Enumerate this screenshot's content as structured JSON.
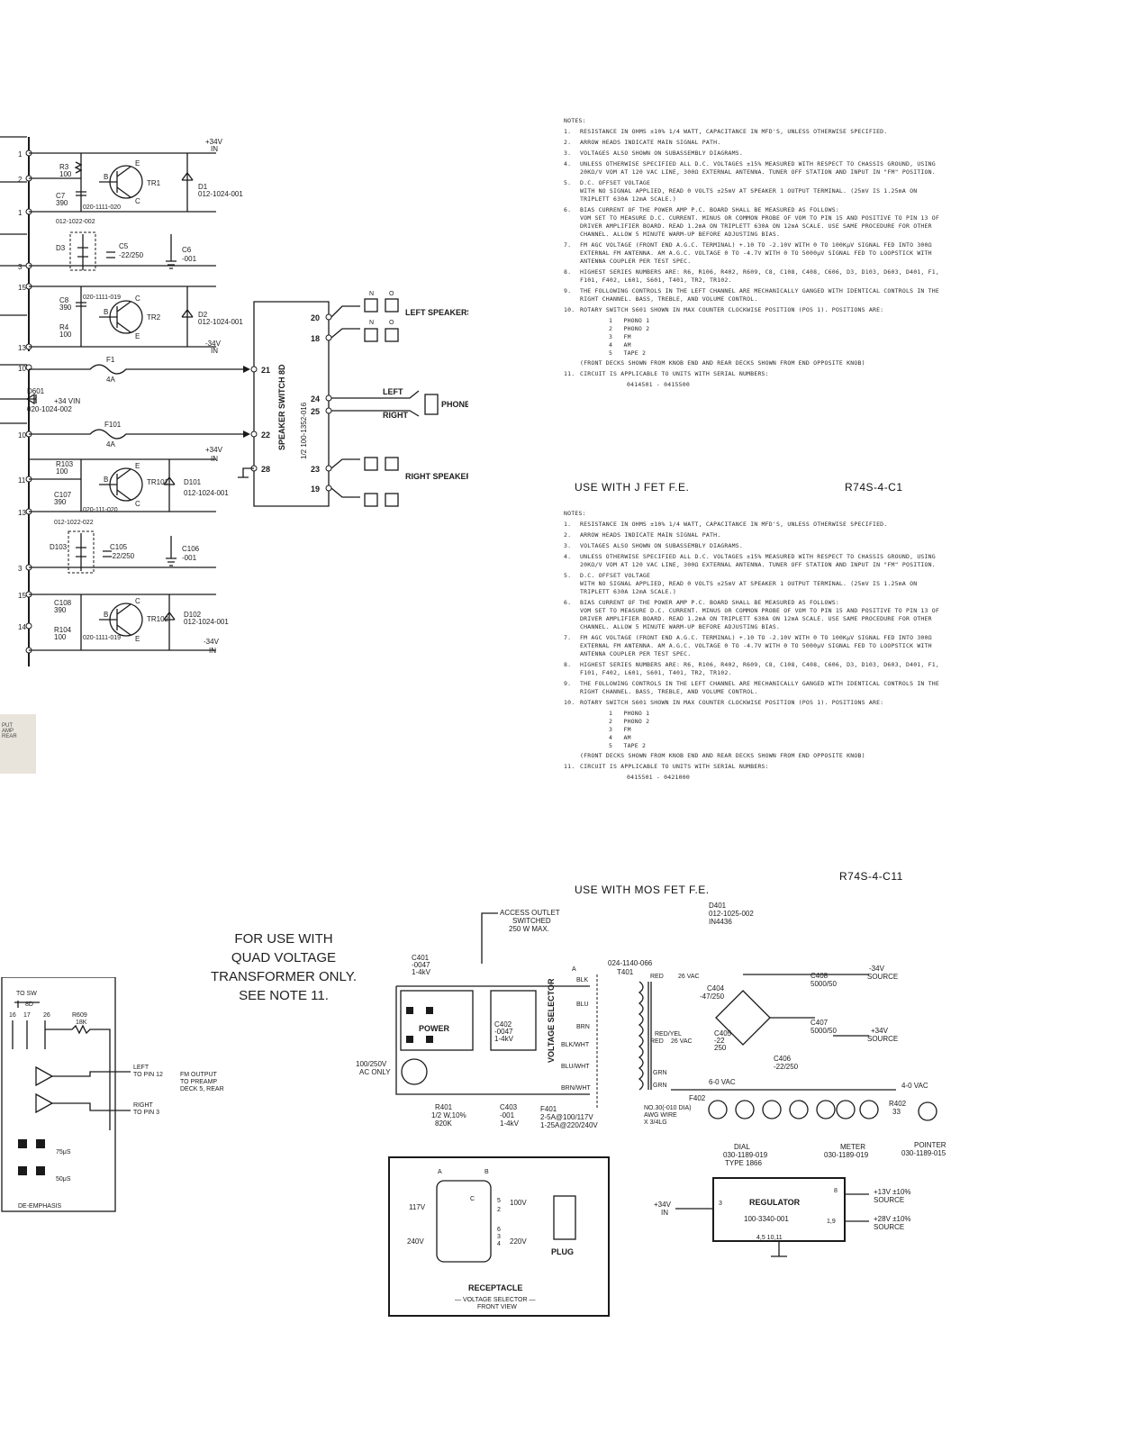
{
  "notes_top": {
    "header": "NOTES:",
    "items": [
      {
        "n": "1.",
        "t": "RESISTANCE IN OHMS ±10% 1/4 WATT, CAPACITANCE IN MFD'S, UNLESS OTHERWISE SPECIFIED."
      },
      {
        "n": "2.",
        "t": "ARROW HEADS INDICATE MAIN SIGNAL PATH."
      },
      {
        "n": "3.",
        "t": "VOLTAGES ALSO SHOWN ON SUBASSEMBLY DIAGRAMS."
      },
      {
        "n": "4.",
        "t": "UNLESS OTHERWISE SPECIFIED ALL D.C. VOLTAGES ±15% MEASURED WITH RESPECT TO CHASSIS GROUND, USING 20KΩ/V VOM AT 120 VAC LINE, 300Ω EXTERNAL ANTENNA. TUNER OFF STATION AND INPUT IN \"FM\" POSITION."
      },
      {
        "n": "5.",
        "t": "D.C. OFFSET VOLTAGE\nWITH NO SIGNAL APPLIED, READ 0 VOLTS ±25mV AT SPEAKER 1 OUTPUT TERMINAL. (25mV IS 1.25mA ON TRIPLETT 630A 12mA SCALE.)"
      },
      {
        "n": "6.",
        "t": "BIAS CURRENT OF THE POWER AMP P.C. BOARD SHALL BE MEASURED AS FOLLOWS:\nVOM SET TO MEASURE D.C. CURRENT. MINUS OR COMMON PROBE OF VOM TO PIN 15 AND POSITIVE TO PIN 13 OF DRIVER AMPLIFIER BOARD. READ 1.2mA ON TRIPLETT 630A ON 12mA SCALE. USE SAME PROCEDURE FOR OTHER CHANNEL. ALLOW 5 MINUTE WARM-UP BEFORE ADJUSTING BIAS."
      },
      {
        "n": "7.",
        "t": "FM AGC VOLTAGE (FRONT END A.G.C. TERMINAL) +.10 TO -2.10V WITH 0 TO 100KμV SIGNAL FED INTO 300Ω EXTERNAL FM ANTENNA. AM A.G.C. VOLTAGE 0 TO -4.7V WITH 0 TO 5000μV SIGNAL FED TO LOOPSTICK WITH ANTENNA COUPLER PER TEST SPEC."
      },
      {
        "n": "8.",
        "t": "HIGHEST SERIES NUMBERS ARE: R6, R106, R402, R609, C8, C108, C408, C606, D3, D103, D603, D401, F1, F101, F402, L601, S601, T401, TR2, TR102."
      },
      {
        "n": "9.",
        "t": "THE FOLLOWING CONTROLS IN THE LEFT CHANNEL ARE MECHANICALLY GANGED WITH IDENTICAL CONTROLS IN THE RIGHT CHANNEL. BASS, TREBLE, AND VOLUME CONTROL."
      },
      {
        "n": "10.",
        "t": "ROTARY SWITCH S601 SHOWN IN MAX COUNTER CLOCKWISE POSITION (POS 1). POSITIONS ARE:"
      }
    ],
    "positions": [
      "1   PHONO 1",
      "2   PHONO 2",
      "3   FM",
      "4   AM",
      "5   TAPE 2"
    ],
    "decks": "(FRONT DECKS SHOWN FROM KNOB END AND REAR DECKS SHOWN FROM END OPPOSITE KNOB)",
    "item11": "CIRCUIT IS APPLICABLE TO UNITS WITH SERIAL NUMBERS:",
    "serials": "0414501 - 0415500",
    "use_with": "USE WITH J FET F.E.",
    "code": "R74S-4-C1"
  },
  "notes_bottom": {
    "serials": "0415501 - 0421000",
    "use_with": "USE WITH MOS FET F.E.",
    "code": "R74S-4-C11"
  },
  "quad_note": [
    "FOR USE WITH",
    "QUAD VOLTAGE",
    "TRANSFORMER ONLY.",
    "SEE NOTE 11."
  ],
  "side_tab": [
    "PUT",
    "AMP",
    "REAR"
  ],
  "amp_upper": {
    "supply_pos": "+34V",
    "supply_in": "IN",
    "supply_neg": "-34V",
    "r3": "R3",
    "r3_val": "100",
    "c7": "C7",
    "c7_val": "390",
    "tr1": "TR1",
    "tr1_part": "020-1111-020",
    "d1": "D1",
    "d1_part": "012-1024-001",
    "d3": "D3",
    "d3_part": "012-1022-002",
    "c5": "C5",
    "c5_val": "-22/250",
    "c6": "C6",
    "c6_val": "-001",
    "c8": "C8",
    "c8_val": "390",
    "tr2_part": "020-1111-019",
    "tr2": "TR2",
    "r4": "R4",
    "r4_val": "100",
    "d2": "D2",
    "d2_part": "012-1024-001",
    "f1": "F1",
    "f1_val": "4A"
  },
  "amp_lower": {
    "d601": "D601",
    "d601_v": "+34 VIN",
    "d601_part": "020-1024-002",
    "f101": "F101",
    "f101_val": "4A",
    "r103": "R103",
    "r103_val": "100",
    "c107": "C107",
    "c107_val": "390",
    "tr101": "TR101",
    "tr101_part": "020-111-020",
    "d101": "D101",
    "d101_part": "012-1024-001",
    "d103": "D103",
    "d103_part": "012-1022-022",
    "c105": "C105",
    "c105_val": "-22/250",
    "c106": "C106",
    "c106_val": "-001",
    "c108": "C108",
    "c108_val": "390",
    "tr102": "TR102",
    "r104": "R104",
    "r104_val": "100",
    "tr102_part": "020-1111-019",
    "d102": "D102",
    "d102_part": "012-1024-001"
  },
  "speaker_switch": {
    "title": "SPEAKER SWITCH 8D",
    "part": "1/2 100-1352-016",
    "left_speakers": "LEFT SPEAKERS",
    "right_speakers": "RIGHT SPEAKERS",
    "phones": "PHONES",
    "left": "LEFT",
    "right": "RIGHT",
    "pins": [
      "20",
      "18",
      "21",
      "24",
      "25",
      "22",
      "28",
      "23",
      "19"
    ]
  },
  "deemph": {
    "to_sw": "TO SW",
    "pins": [
      "16",
      "17",
      "26"
    ],
    "r609": "R609",
    "r609_val": "18K",
    "left_to": "LEFT",
    "left_pin": "TO PIN 12",
    "right_to": "RIGHT",
    "right_pin": "TO PIN 3",
    "fm_out": "FM OUTPUT",
    "fm_to": "TO PREAMP",
    "fm_deck": "DECK 5, REAR",
    "t75": "75μS",
    "t50": "50μS",
    "label": "DE-EMPHASIS"
  },
  "power": {
    "access": "ACCESS OUTLET",
    "switched": "SWITCHED",
    "watts": "250 W MAX.",
    "c401": "C401",
    "c401_val": "-0047",
    "c401_v": "1-4kV",
    "power": "POWER",
    "c402": "C402",
    "c402_val": "-0047",
    "c402_v": "1-4kV",
    "vsel": "VOLTAGE SELECTOR",
    "ac": "100/250V",
    "ac_only": "AC ONLY",
    "r401": "R401",
    "r401_w": "1/2 W,10%",
    "r401_val": "820K",
    "c403": "C403",
    "c403_val": "-001",
    "c403_v": "1-4kV",
    "f401": "F401",
    "f401_a": "2-5A@100/117V",
    "f401_b": "1-25A@220/240V",
    "t401_part": "024-1140-066",
    "t401": "T401",
    "wires": [
      "BLK",
      "BLU",
      "BRN",
      "BLK/WHT",
      "BLU/WHT",
      "BRN/WHT"
    ],
    "red": "RED",
    "vac26": "26 VAC",
    "redyel": "RED/YEL",
    "c404": "C404",
    "c404_val": "-47/250",
    "c405": "C405",
    "c405_val": "-22",
    "c405_v": "250",
    "d401": "D401",
    "d401_part": "012-1025-002",
    "d401_type": "IN4436",
    "c408": "C408",
    "c408_val": "5000/50",
    "c407": "C407",
    "c407_val": "5000/50",
    "src_neg": "-34V",
    "src_pos": "+34V",
    "source": "SOURCE",
    "c406": "C406",
    "c406_val": "-22/250",
    "grn": "GRN",
    "vac6": "6-0 VAC",
    "f402": "F402",
    "f402_a": "NO.30(-010 DIA)",
    "f402_b": "AWG WIRE",
    "f402_c": "X 3/4LG",
    "vac4": "4-0 VAC",
    "r402": "R402",
    "r402_val": "33",
    "dial": "DIAL",
    "dial_part": "030-1189-019",
    "dial_type": "TYPE 1866",
    "meter": "METER",
    "meter_part": "030-1189-019",
    "pointer": "POINTER",
    "pointer_part": "030-1189-015",
    "a": "A",
    "b": "B"
  },
  "regulator": {
    "label": "REGULATOR",
    "part": "100-3340-001",
    "in_v": "+34V",
    "in": "IN",
    "pin3": "3",
    "pin8": "8",
    "pin19": "1,9",
    "pin_gnd": "4,5 10,11",
    "out1": "+13V ±10%",
    "out1_s": "SOURCE",
    "out2": "+28V ±10%",
    "out2_s": "SOURCE"
  },
  "vsel_box": {
    "a": "A",
    "b": "B",
    "v117": "117V",
    "v240": "240V",
    "v100": "100V",
    "v220": "220V",
    "p5": "5",
    "p2": "2",
    "p6": "6",
    "p3": "3",
    "p4": "4",
    "pc": "C",
    "plug": "PLUG",
    "receptacle": "RECEPTACLE",
    "caption": "— VOLTAGE SELECTOR —",
    "caption2": "FRONT VIEW"
  }
}
